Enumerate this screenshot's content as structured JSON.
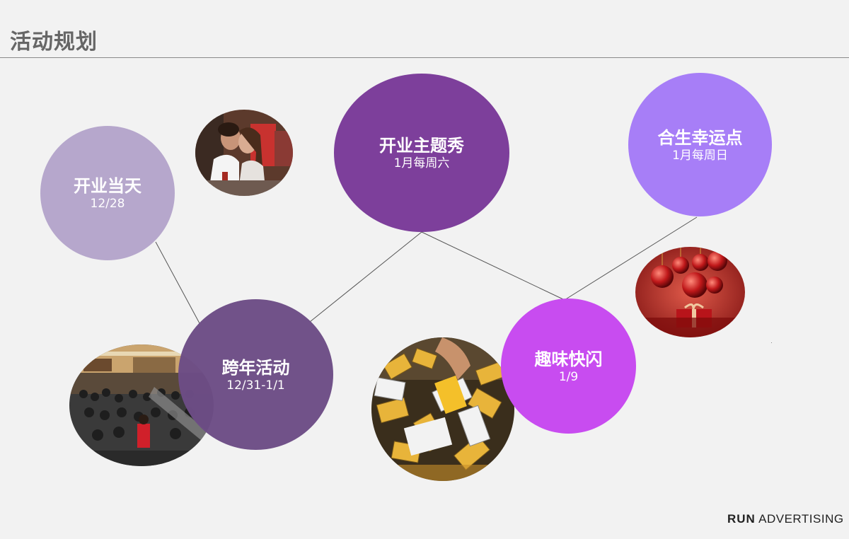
{
  "header": {
    "title": "活动规划"
  },
  "events": [
    {
      "name": "开业当天",
      "date": "12/28",
      "color": "#b6a7cc"
    },
    {
      "name": "开业主题秀",
      "date": "1月每周六",
      "color": "#7d3f9b"
    },
    {
      "name": "合生幸运点",
      "date": "1月每周日",
      "color": "#a77ef7"
    },
    {
      "name": "跨年活动",
      "date": "12/31-1/1",
      "color": "#6d4d86"
    },
    {
      "name": "趣味快闪",
      "date": "1/9",
      "color": "#c84cf0"
    }
  ],
  "photos": [
    {
      "subject": "couple-kissing-photo"
    },
    {
      "subject": "christmas-ornaments-photo"
    },
    {
      "subject": "mall-crowd-photo"
    },
    {
      "subject": "raffle-tickets-photo"
    }
  ],
  "footer": {
    "logo_run": "RUN",
    "logo_advertising": "ADVERTISING"
  }
}
